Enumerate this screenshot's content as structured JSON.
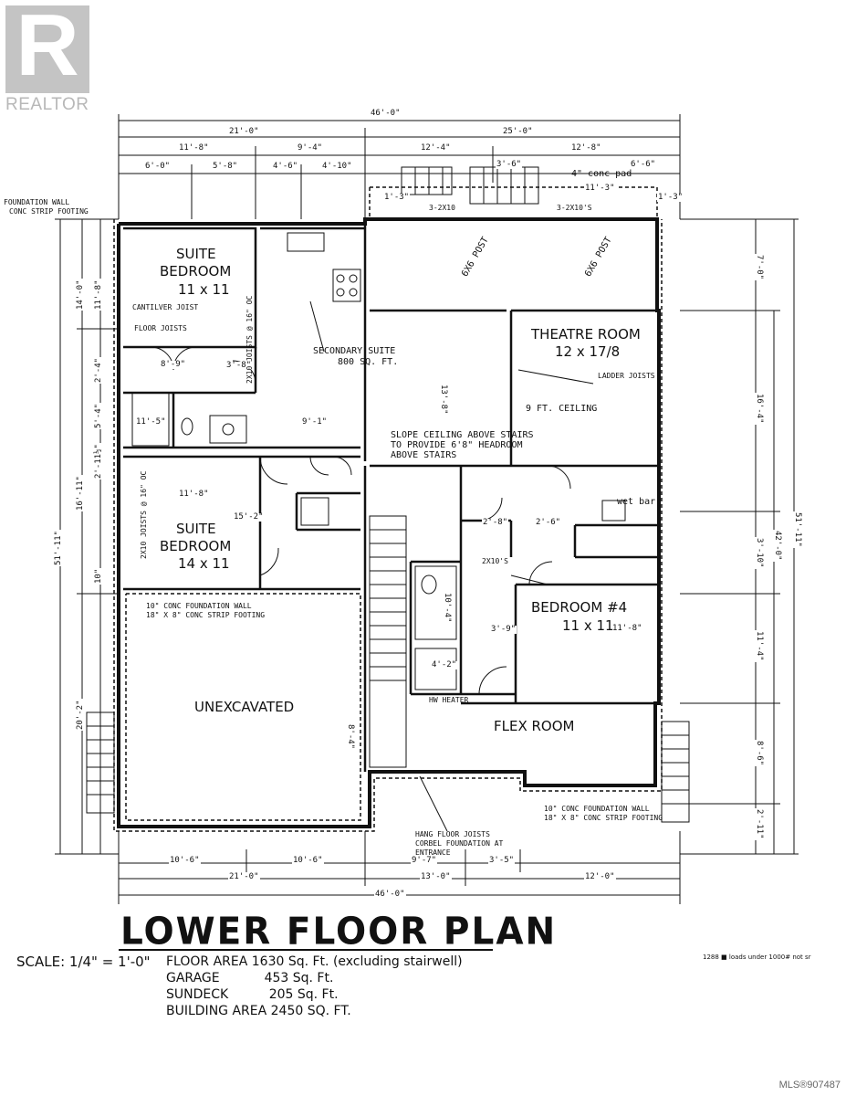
{
  "brand": {
    "logo_text": "REALTOR"
  },
  "mls_number": "MLS®907487",
  "plan": {
    "title": "LOWER FLOOR PLAN",
    "scale": "SCALE: 1/4\" = 1'-0\"",
    "areas": [
      "FLOOR AREA 1630 Sq. Ft. (excluding stairwell)",
      "GARAGE           453 Sq. Ft.",
      "SUNDECK          205 Sq. Ft.",
      "BUILDING AREA 2450 SQ. FT."
    ],
    "footnote": "1288 ■ loads under 1000# not sr"
  },
  "rooms": {
    "suite_bedroom_1": "SUITE",
    "suite_bedroom_1b": "BEDROOM",
    "suite_bedroom_1_size": "11 x 11",
    "secondary_suite": "SECONDARY SUITE",
    "secondary_suite_area": "800 SQ. FT.",
    "theatre_room": "THEATRE ROOM",
    "theatre_room_size": "12 x 17/8",
    "theatre_ceiling": "9 FT. CEILING",
    "suite_bedroom_2": "SUITE",
    "suite_bedroom_2b": "BEDROOM",
    "suite_bedroom_2_size": "14 x 11",
    "bedroom_4": "BEDROOM #4",
    "bedroom_4_size": "11 x 11",
    "unexcavated": "UNEXCAVATED",
    "flex_room": "FLEX ROOM"
  },
  "notes": {
    "foundation_wall_1": "FOUNDATION WALL",
    "foundation_wall_2": "CONC STRIP FOOTING",
    "cantilever": "CANTILVER JOIST",
    "floor_joists": "FLOOR JOISTS",
    "ladder_joists": "LADDER JOISTS",
    "post_1": "6X6 POST",
    "post_2": "6X6 POST",
    "joists_1": "2X10 JOISTS @ 16\" OC",
    "joists_2": "2X10 JOISTS @ 16\" OC",
    "slope_ceiling_1": "SLOPE CEILING ABOVE STAIRS",
    "slope_ceiling_2": "TO PROVIDE 6'8\" HEADROOM",
    "slope_ceiling_3": "ABOVE STAIRS",
    "wet_bar": "wet bar",
    "conc_foundation_1": "10\" CONC FOUNDATION WALL",
    "conc_foundation_2": "18\" X 8\" CONC STRIP FOOTING",
    "conc_foundation_3": "10\" CONC FOUNDATION WALL",
    "conc_foundation_4": "18\" X 8\" CONC STRIP FOOTING",
    "hang_joists_1": "HANG FLOOR JOISTS",
    "hang_joists_2": "CORBEL FOUNDATION AT",
    "hang_joists_3": "ENTRANCE",
    "conc_pad": "4\" conc pad",
    "two_2x10": "2X10'S",
    "three_2x10": "3-2X10",
    "three_2x10s": "3-2X10'S",
    "hot_water": "HW HEATER"
  },
  "dimensions": {
    "top_total": "46'-0\"",
    "top_21": "21'-0\"",
    "top_25": "25'-0\"",
    "top_11_8": "11'-8\"",
    "top_9_4": "9'-4\"",
    "top_12_4": "12'-4\"",
    "top_12_8": "12'-8\"",
    "top_6_0": "6'-0\"",
    "top_5_8": "5'-8\"",
    "top_4_6": "4'-6\"",
    "top_4_10": "4'-10\"",
    "top_3_6": "3'-6\"",
    "top_6_6": "6'-6\"",
    "top_11_3": "11'-3\"",
    "top_1_3a": "1'-3\"",
    "top_1_3b": "1'-3\"",
    "bot_10_6a": "10'-6\"",
    "bot_10_6b": "10'-6\"",
    "bot_9_7": "9'-7\"",
    "bot_3_5": "3'-5\"",
    "bot_21": "21'-0\"",
    "bot_13": "13'-0\"",
    "bot_12": "12'-0\"",
    "bot_total": "46'-0\"",
    "left_51_11": "51'-11\"",
    "left_14_0": "14'-0\"",
    "left_16_11": "16'-11\"",
    "left_20_2": "20'-2\"",
    "left_11_8": "11'-8\"",
    "left_2_4": "2'-4\"",
    "left_5_4": "5'-4\"",
    "left_2_11": "2'-11½\"",
    "left_10": "10\"",
    "right_51_11": "51'-11\"",
    "right_42_0": "42'-0\"",
    "right_7_0": "7'-0\"",
    "right_16_4": "16'-4\"",
    "right_3_10": "3'-10\"",
    "right_11_4": "11'-4\"",
    "right_8_6": "8'-6\"",
    "right_2_11": "2'-11\"",
    "in_11_8": "11'-8\"",
    "in_15_2": "15'-2\"",
    "in_9_1": "9'-1\"",
    "in_11_5": "11'-5\"",
    "in_8_9": "8'-9\"",
    "in_3_8": "3'-8\"",
    "in_13_8": "13'-8\"",
    "in_3_9": "3'-9\"",
    "in_11_8b": "11'-8\"",
    "in_10_4": "10'-4\"",
    "in_8_4": "8'-4\"",
    "in_4_2": "4'-2\"",
    "in_2_8": "2'-8\"",
    "in_2_6": "2'-6\""
  }
}
